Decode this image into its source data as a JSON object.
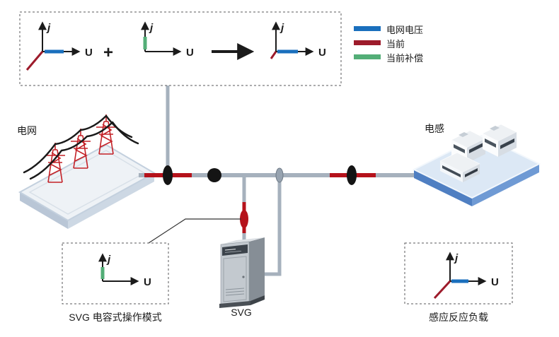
{
  "axis": {
    "j": "j",
    "u": "U"
  },
  "vector_sum_panel": {
    "plus": "+"
  },
  "legend": {
    "items": [
      {
        "label": "电网电压",
        "color": "#1a6fbd"
      },
      {
        "label": "当前",
        "color": "#9d1b2b"
      },
      {
        "label": "当前补偿",
        "color": "#53ae77"
      }
    ]
  },
  "labels": {
    "grid": "电网",
    "inductor": "电感",
    "svg_unit": "SVG",
    "capacitive_caption": "SVG 电容式操作模式",
    "inductive_caption": "感应反应负载"
  },
  "colors": {
    "grid_voltage_blue": "#1a6fbd",
    "current_red": "#9d1b2b",
    "compensation_green": "#53ae77",
    "line_gray": "#a6b1bd",
    "hot_red": "#b5121b",
    "device_black": "#141414"
  }
}
